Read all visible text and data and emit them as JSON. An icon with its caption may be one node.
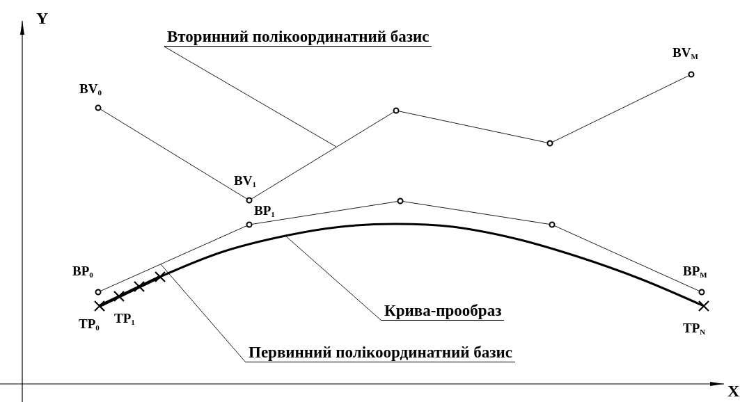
{
  "diagram": {
    "nodes": [
      {
        "text": [
          "Вторинний полікоординатний базис"
        ]
      },
      {
        "text": [],
        "shape": "polyline"
      },
      {
        "text": [
          "Крива-прообраз"
        ]
      },
      {
        "text": [],
        "shape": "curve"
      },
      {
        "text": [
          "Первинний полікоординатний базис"
        ]
      },
      {
        "text": [],
        "shape": "polyline"
      }
    ],
    "edges": [
      {
        "from": 0,
        "to": 1,
        "arrow": "none"
      },
      {
        "from": 2,
        "to": 3,
        "arrow": "none"
      },
      {
        "from": 4,
        "to": 5,
        "arrow": "none"
      }
    ],
    "labels": [
      "Y",
      "BV$_{M}$",
      "BV$_{0}$",
      "BV$_{1}$",
      "BP$_{1}$",
      "BP$_{0}$",
      "BP$_{M}$",
      "TP$_{1}$",
      "TP$_{0}$",
      "TP$_{N}$",
      "X"
    ]
  }
}
